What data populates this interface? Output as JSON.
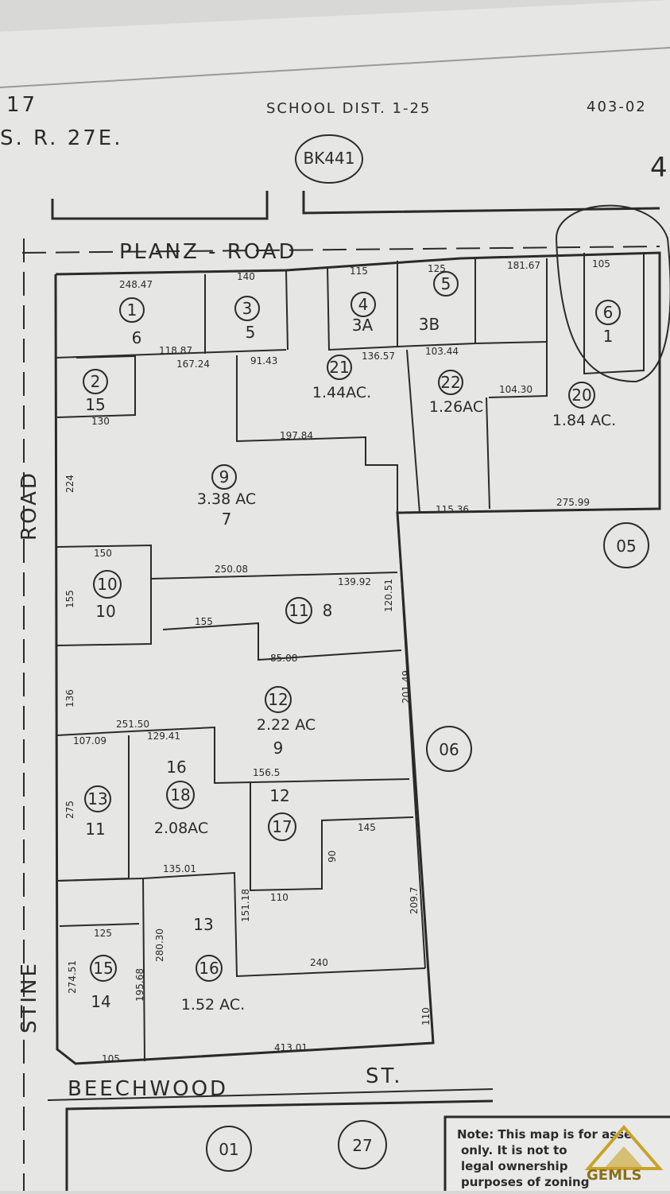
{
  "header": {
    "left_top": "17",
    "left_range": "S. R. 27E.",
    "school_dist": "SCHOOL DIST. 1-25",
    "map_no": "403-02",
    "book": "BK441",
    "corner_mark": "4"
  },
  "streets": {
    "north": "PLANZ  -  ROAD",
    "west_road": "ROAD",
    "west_stine": "STINE",
    "south": "BEECHWOOD",
    "south_st": "ST."
  },
  "parcels": [
    {
      "num": "1",
      "lot": "6",
      "acres": ""
    },
    {
      "num": "2",
      "lot": "15",
      "acres": ""
    },
    {
      "num": "3",
      "lot": "5",
      "acres": ""
    },
    {
      "num": "4",
      "lot": "3A",
      "acres": ""
    },
    {
      "num": "5",
      "lot": "3B",
      "acres": ""
    },
    {
      "num": "6",
      "lot": "1",
      "acres": ""
    },
    {
      "num": "9",
      "lot": "7",
      "acres": "3.38 AC"
    },
    {
      "num": "10",
      "lot": "10",
      "acres": ""
    },
    {
      "num": "11",
      "lot": "8",
      "acres": ""
    },
    {
      "num": "12",
      "lot": "9",
      "acres": "2.22 AC"
    },
    {
      "num": "13",
      "lot": "11",
      "acres": ""
    },
    {
      "num": "15",
      "lot": "14",
      "acres": ""
    },
    {
      "num": "16",
      "lot": "13",
      "acres": "1.52 AC."
    },
    {
      "num": "17",
      "lot": "12",
      "acres": ""
    },
    {
      "num": "18",
      "lot": "16",
      "acres": "2.08AC"
    },
    {
      "num": "20",
      "lot": "",
      "acres": "1.84 AC."
    },
    {
      "num": "21",
      "lot": "",
      "acres": "1.44AC."
    },
    {
      "num": "22",
      "lot": "",
      "acres": "1.26AC"
    }
  ],
  "adjacent_pages": [
    "05",
    "06",
    "01",
    "27"
  ],
  "dimensions": {
    "d1": "248.47",
    "d2": "140",
    "d3": "115",
    "d4": "125",
    "d5": "181.67",
    "d6": "105",
    "d7": "118.87",
    "d8": "167.24",
    "d9": "91.43",
    "d10": "136.57",
    "d11": "103.44",
    "d12": "104.30",
    "d13": "197.84",
    "d14": "275.99",
    "d15": "115.36",
    "d16": "250.08",
    "d17": "139.92",
    "d18": "155",
    "d19": "150",
    "d20": "120.51",
    "d21": "201.49",
    "d22": "135.01",
    "d23": "145",
    "d24": "110",
    "d25": "240",
    "d26": "209.7",
    "d27": "413.01",
    "d28": "125",
    "d29": "105",
    "d30": "130",
    "d31": "155",
    "d32": "224",
    "d33": "136",
    "d34": "275",
    "d35": "107.09",
    "d36": "251.50",
    "d37": "129.41",
    "d38": "156.5",
    "d39": "110",
    "d40": "90",
    "d41": "280.30",
    "d42": "274.51",
    "d43": "195.68",
    "d44": "151.18",
    "d45": "85.08"
  },
  "note": {
    "line1": "Note: This map is for asse",
    "line2": "only. It is not to",
    "line3": "legal ownership",
    "line4": "purposes of zoning"
  },
  "watermark": "GEMLS"
}
